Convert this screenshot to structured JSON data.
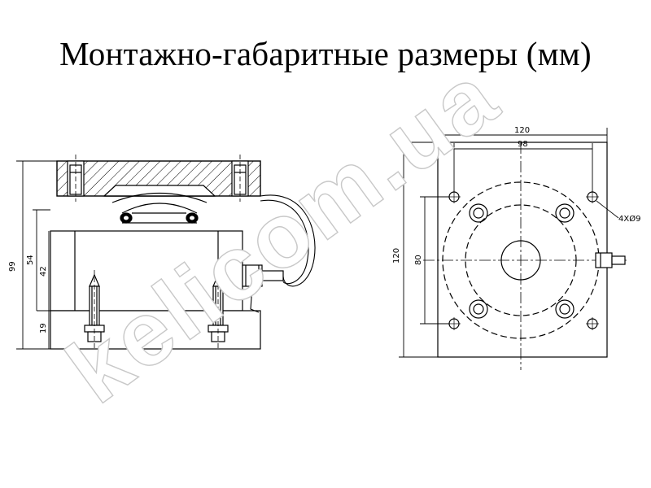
{
  "title": "Монтажно-габаритные размеры (мм)",
  "dimensions": {
    "total_height": "99",
    "height_54": "54",
    "height_42": "42",
    "height_19": "19",
    "plate_width": "120",
    "plate_height": "120",
    "hole_spacing_x": "98",
    "hole_spacing_y": "80",
    "holes_note": "4XØ9"
  },
  "watermark": "kelicom.ua"
}
